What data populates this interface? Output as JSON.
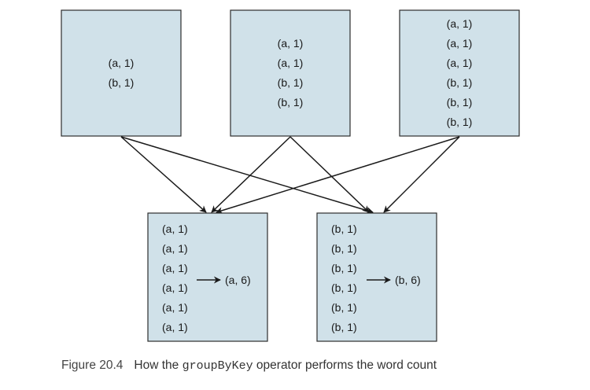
{
  "diagram": {
    "input_partitions": [
      {
        "pairs": [
          "(a, 1)",
          "(b, 1)"
        ]
      },
      {
        "pairs": [
          "(a, 1)",
          "(a, 1)",
          "(b, 1)",
          "(b, 1)"
        ]
      },
      {
        "pairs": [
          "(a, 1)",
          "(a, 1)",
          "(a, 1)",
          "(b, 1)",
          "(b, 1)",
          "(b, 1)"
        ]
      }
    ],
    "output_groups": [
      {
        "pairs": [
          "(a, 1)",
          "(a, 1)",
          "(a, 1)",
          "(a, 1)",
          "(a, 1)",
          "(a, 1)"
        ],
        "result": "(a, 6)"
      },
      {
        "pairs": [
          "(b, 1)",
          "(b, 1)",
          "(b, 1)",
          "(b, 1)",
          "(b, 1)",
          "(b, 1)"
        ],
        "result": "(b, 6)"
      }
    ],
    "colors": {
      "box_fill": "#d0e1e9",
      "box_stroke": "#2d2d2d",
      "arrow": "#1a1a1a"
    }
  },
  "caption": {
    "figure_label": "Figure 20.4",
    "text_before": "How the ",
    "code": "groupByKey",
    "text_after": " operator performs the word count"
  }
}
